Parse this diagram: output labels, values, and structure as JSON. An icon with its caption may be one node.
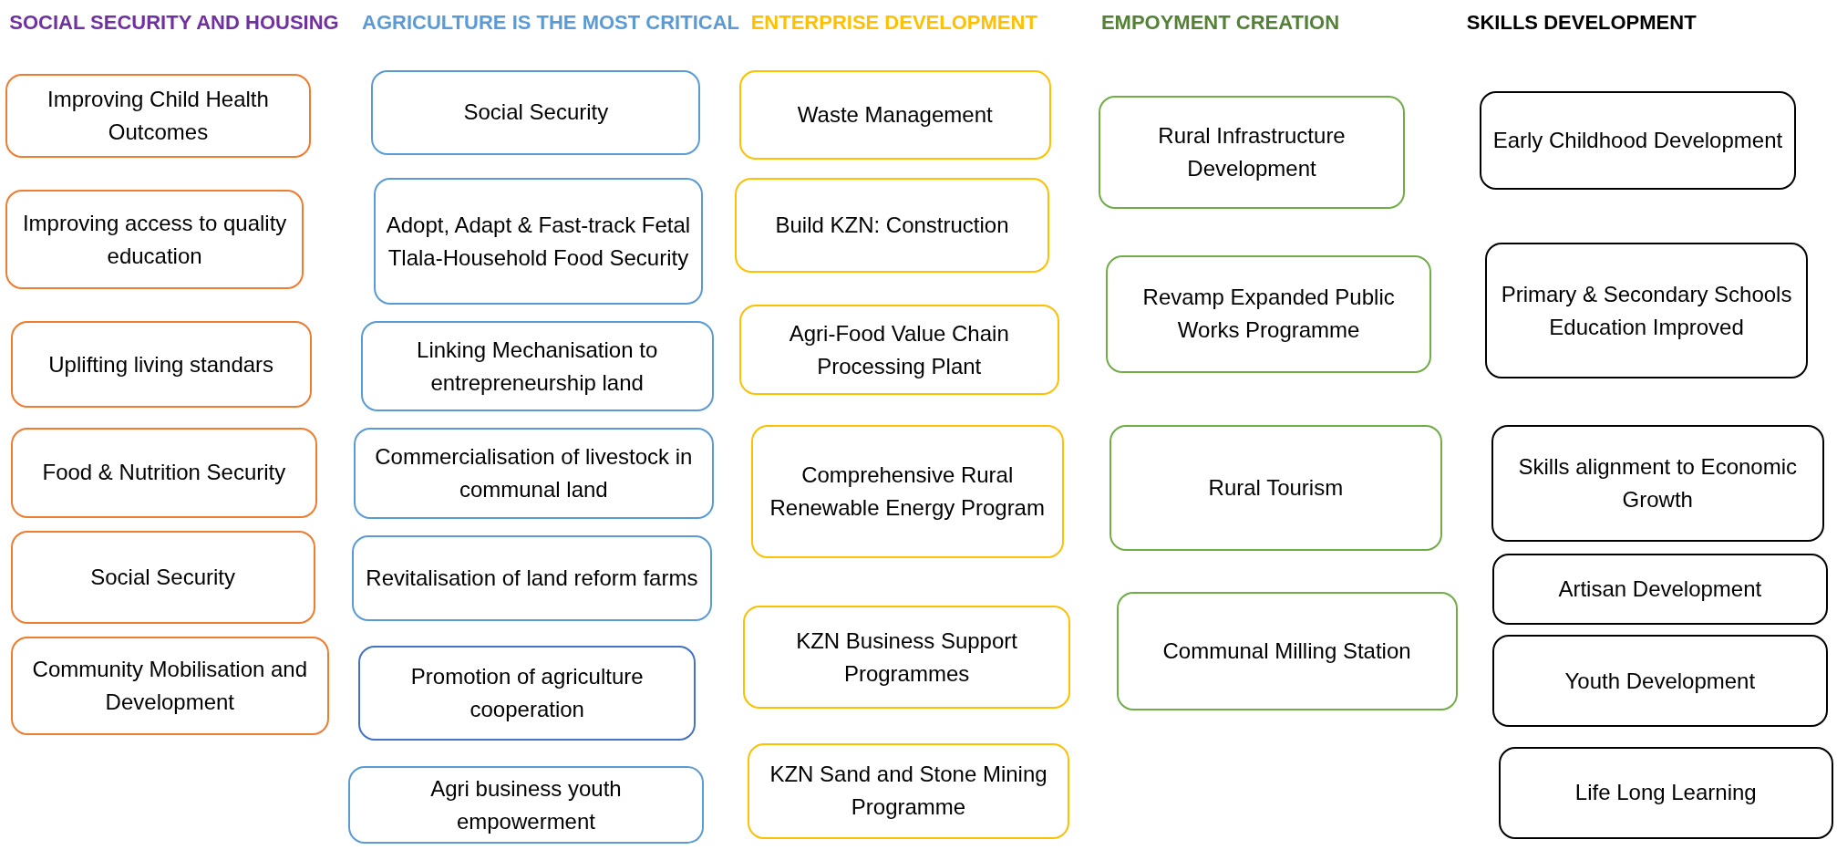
{
  "diagram": {
    "nodes": [
      {
        "text": [
          "Improving Child Health Outcomes"
        ]
      },
      {
        "text": [
          "Improving access to quality education"
        ]
      },
      {
        "text": [
          "Uplifting living standars"
        ]
      },
      {
        "text": [
          "Food & Nutrition Security"
        ]
      },
      {
        "text": [
          "Social Security"
        ]
      },
      {
        "text": [
          "Community Mobilisation and Development"
        ]
      },
      {
        "text": [
          "Social Security"
        ]
      },
      {
        "text": [
          "Adopt, Adapt & Fast-track Fetal Tlala-Household Food Security"
        ]
      },
      {
        "text": [
          "Linking Mechanisation to entrepreneurship land"
        ]
      },
      {
        "text": [
          "Commercialisation of livestock in communal land"
        ]
      },
      {
        "text": [
          "Revitalisation of land reform farms"
        ]
      },
      {
        "text": [
          "Promotion of agriculture cooperation"
        ]
      },
      {
        "text": [
          "Agri business youth empowerment"
        ]
      },
      {
        "text": [
          "Waste Management"
        ]
      },
      {
        "text": [
          "Build KZN: Construction"
        ]
      },
      {
        "text": [
          "Agri-Food Value Chain Processing Plant"
        ]
      },
      {
        "text": [
          "Comprehensive Rural Renewable Energy Program"
        ]
      },
      {
        "text": [
          "KZN Business Support Programmes"
        ]
      },
      {
        "text": [
          "KZN Sand and Stone Mining Programme"
        ]
      },
      {
        "text": [
          "Rural Infrastructure Development"
        ]
      },
      {
        "text": [
          "Revamp Expanded Public Works Programme"
        ]
      },
      {
        "text": [
          "Rural Tourism"
        ]
      },
      {
        "text": [
          "Communal Milling Station"
        ]
      },
      {
        "text": [
          "Early Childhood Development"
        ]
      },
      {
        "text": [
          "Primary & Secondary Schools Education Improved"
        ]
      },
      {
        "text": [
          "Skills alignment to Economic Growth"
        ]
      },
      {
        "text": [
          "Artisan Development"
        ]
      },
      {
        "text": [
          "Youth Development"
        ]
      },
      {
        "text": [
          "Life Long Learning"
        ]
      }
    ],
    "labels": [
      "SOCIAL SECURITY AND HOUSING",
      "AGRICULTURE IS THE MOST CRITICAL",
      "ENTERPRISE DEVELOPMENT",
      "EMPOYMENT CREATION",
      "SKILLS DEVELOPMENT"
    ]
  }
}
